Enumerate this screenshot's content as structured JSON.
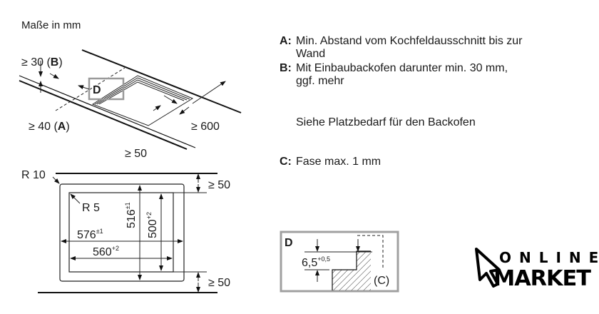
{
  "header": {
    "units_label": "Maße in mm"
  },
  "iso_view": {
    "dim_b": "≥ 30 (",
    "dim_b_letter": "B",
    "dim_a": "≥ 40 (",
    "dim_a_letter": "A",
    "close_paren": ")",
    "dim_depth": "≥ 600",
    "dim_front": "≥ 50",
    "detail_marker": "D"
  },
  "plan_view": {
    "outer_radius": "R 10",
    "inner_radius": "R 5",
    "outer_width": "576",
    "outer_width_tol": "±1",
    "inner_width": "560",
    "inner_width_tol": "+2",
    "outer_depth": "516",
    "outer_depth_tol": "±1",
    "inner_depth": "500",
    "inner_depth_tol": "+2",
    "top_clearance": "≥ 50",
    "bottom_clearance": "≥ 50"
  },
  "notes": [
    {
      "key": "A:",
      "lines": [
        "Min. Abstand vom Kochfeldausschnitt bis zur",
        "Wand"
      ]
    },
    {
      "key": "B:",
      "lines": [
        "Mit Einbaubackofen darunter min. 30 mm,",
        "ggf. mehr"
      ]
    },
    {
      "key": "",
      "lines": [
        "Siehe Platzbedarf für den Backofen"
      ]
    },
    {
      "key": "C:",
      "lines": [
        "Fase max. 1 mm"
      ]
    }
  ],
  "detail_d": {
    "title": "D",
    "dim": "6,5",
    "dim_tol": "+0,5",
    "chamfer_label": "(C)"
  },
  "logo": {
    "line1": "ONLINE",
    "line2": "MARKET"
  }
}
